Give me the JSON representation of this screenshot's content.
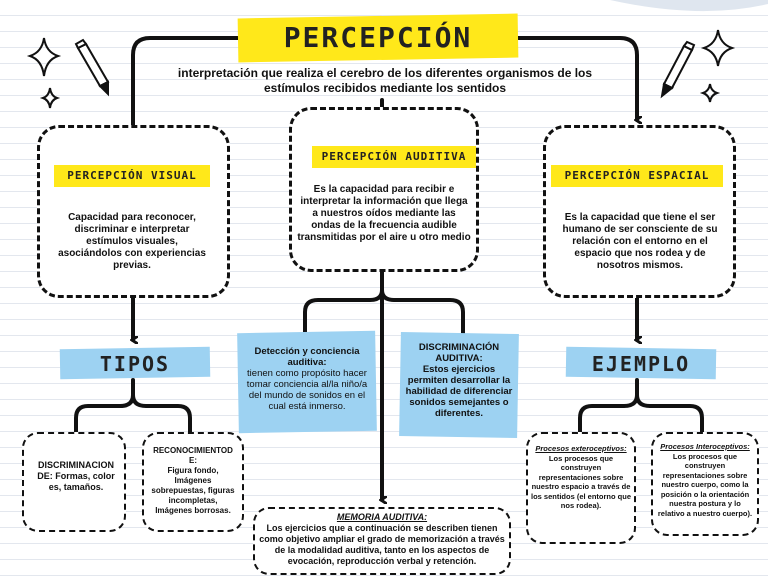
{
  "title": "PERCEPCIÓN",
  "subtitle": "interpretación que realiza el cerebro de los diferentes organismos de los estímulos recibidos mediante los sentidos",
  "visual": {
    "heading": "PERCEPCIÓN VISUAL",
    "text": "Capacidad para reconocer, discriminar e interpretar estímulos visuales, asociándolos con experiencias previas."
  },
  "auditiva": {
    "heading": "PERCEPCIÓN AUDITIVA",
    "text": "Es la capacidad para recibir e interpretar la información que llega a nuestros oídos mediante las ondas de la frecuencia audible transmitidas por el aire u otro medio"
  },
  "espacial": {
    "heading": "PERCEPCIÓN ESPACIAL",
    "text": "Es la capacidad que tiene el ser humano de ser consciente de su relación con el entorno en el espacio que nos rodea y de nosotros mismos."
  },
  "tipos": {
    "heading": "TIPOS"
  },
  "discriminacion_visual": {
    "text": "DISCRIMINACIONDE: Formas, colores, tamaños."
  },
  "reconocimiento": {
    "heading": "RECONOCIMIENTODE:",
    "text": "Figura fondo, Imágenes sobrepuestas, figuras incompletas, Imágenes borrosas."
  },
  "deteccion": {
    "heading": "Detección y conciencia auditiva:",
    "text": "tienen como propósito hacer tomar conciencia al/la niño/a del mundo de sonidos en el cual está inmerso."
  },
  "discriminacion_auditiva": {
    "heading": "DISCRIMINACIÓN AUDITIVA:",
    "text": "Estos ejercicios permiten desarrollar la habilidad de diferenciar sonidos semejantes o diferentes."
  },
  "memoria": {
    "heading": "MEMORIA AUDITIVA:",
    "text": "Los ejercicios que a continuación se describen tienen como objetivo ampliar el grado de memorización a través de la modalidad auditiva, tanto en los aspectos de evocación, reproducción verbal y retención."
  },
  "ejemplo": {
    "heading": "EJEMPLO"
  },
  "exteroceptivos": {
    "heading": "Procesos exteroceptivos:",
    "text": "Los procesos que construyen representaciones sobre nuestro espacio a través de los sentidos (el entorno que nos rodea)."
  },
  "interoceptivos": {
    "heading": "Procesos Interoceptivos:",
    "text": "Los procesos que construyen representaciones sobre nuestro cuerpo, como la posición o la orientación nuestra postura y lo relativo a nuestro cuerpo)."
  },
  "colors": {
    "yellow": "#ffe81a",
    "blue": "#9dd2f2",
    "ink": "#111111"
  }
}
